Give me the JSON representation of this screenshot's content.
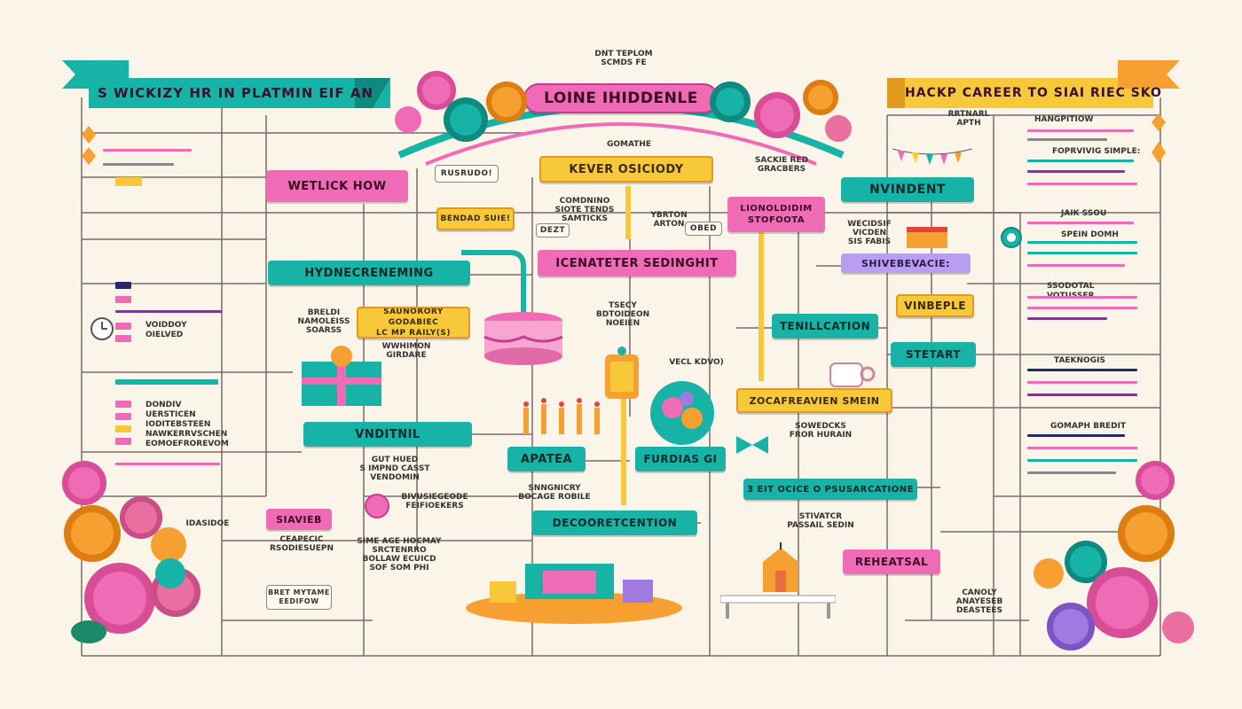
{
  "header": {
    "left_banner": "S WICKIZY HR IN PLATMIN EIF AN",
    "center_title": "LOINE IHIDDENLE",
    "right_banner": "HACKP CAREER TO  SIAI RIEC SKO",
    "top_note": "DNT TEPLOM\nSCMDS FE"
  },
  "boxes": {
    "wetlick": "WETLICK HOW",
    "kever": "KEVER  OSICIODY",
    "nvindent": "NVINDENT",
    "lionoldim": "LIONOLDIDIM\nSTOFOOTA",
    "icenateter": "ICENATETER SEDINGHIT",
    "hydnec": "HYDNECRENEMING",
    "shivebe": "SHIVEBEVACIE:",
    "supporty": "SAUNORORY GODABIEC\nLC MP RAILY(S)",
    "tenillcation": "TENILLCATION",
    "vinbeple": "VINBEPLE",
    "stetart": "STETART",
    "zocafr": "ZOCAFREAVIEN SMEIN",
    "vndtinil": "VNDITNIL",
    "apatea": "APATEA",
    "furdiasgi": "FURDIAS GI",
    "eitcicce": "3 EIT OCICE O PSUSARCATIONE",
    "decoret": "DECOORETCENTION",
    "rehearsal": "REHEATSAL",
    "siavieb": "SIAVIEB",
    "rushudo": "RUSRUDO!",
    "bendad": "BENDAD SUIE!",
    "dezt": "DEZT",
    "ybrton": "YBRTON\nARTON",
    "obed": "OBED"
  },
  "notes": {
    "gomathe": "GOMATHE",
    "sackie": "SACKIE RED\nGRACBERS",
    "comdnino": "COMDNINO\nSIOTE TENDS\nSAMTICKS",
    "breldi": "BRELDI\nNAMOLEISS\nSOARSS",
    "wwhimon": "WWHIMON\nGIRDARE",
    "tsecy": "TSECY\nBDTOIDEON\nNOEIEN",
    "wecidsf": "WECIDSIF\nVICDEN\nSIS FABIS",
    "voidoy": "VOIDDOY OIELVED",
    "donduv": "DONDIV UERSTICEN\nIODITEBSTEEN\nNAWKERRVSCHEN\nEOMOEFROREVOM",
    "gutned": "GUT HUED\nS IMPND CASST\nVENDOMIN",
    "bivusieg": "BIVUSIEGEODE\nFEIFIOEKERS",
    "snngnicry": "SNNGNICRY\nBOCAGE ROBILE",
    "sowedcks": "SOWEDCKS\nFROR HURAIN",
    "stivatcr": "STIVATCR\nPASSAIL SEDIN",
    "idasidoe": "IDASIDOE",
    "ceapecic": "CEAPECIC\nRSODIESUEPN",
    "simemage": "SIME AGE HOCMAY\nSRCTENRRO\nBOLLAW ECUICD\nSOF SOM PHI",
    "brestmytame": "BRET MYTAME\nEEDIFOW",
    "canoly": "CANOLY\nANAYESEB\nDEASTEES",
    "vecl": "VECL KDVO)",
    "rrtnarl": "RRTNARL\nAPTH"
  },
  "right_panel": {
    "headings": [
      "HANGPITIOW",
      "FOPRVIVIG SIMPLE:",
      "JAIK SSOU",
      "SPEIN DOMH",
      "SSODOTAL VOTUSSER",
      "TAEKNOGIS",
      "GOMAPH BREDIT"
    ]
  },
  "colors": {
    "teal": "#17b3a6",
    "pink": "#f06bb5",
    "yellow": "#f6c83a",
    "violet": "#b99ef0",
    "background": "#fbf4e8",
    "line": "#7a6a6a"
  },
  "icons": [
    "rose-icon",
    "cake-icon",
    "gift-icon",
    "chapel-icon",
    "candle-icon",
    "cup-icon",
    "heart-icon",
    "bow-icon",
    "banquet-table-icon",
    "clock-icon"
  ]
}
